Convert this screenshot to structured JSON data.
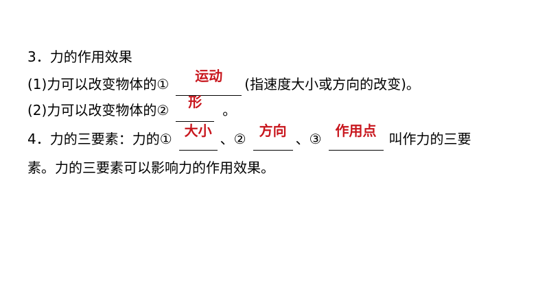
{
  "colors": {
    "answer": "#c8161d",
    "text": "#000000",
    "background": "#ffffff"
  },
  "section3": {
    "heading": "3．力的作用效果",
    "item1": {
      "prefix": "(1)力可以改变物体的①",
      "answer": "运动",
      "suffix": "(指速度大小或方向的改变)。"
    },
    "item2": {
      "prefix": "(2)力可以改变物体的②",
      "answer": "形",
      "suffix": "。"
    }
  },
  "section4": {
    "prefix": "4．力的三要素：力的①",
    "answer1": "大小",
    "sep1": "、②",
    "answer2": "方向",
    "sep2": "、③",
    "answer3": "作用点",
    "suffix": "叫作力的三要",
    "line2": "素。力的三要素可以影响力的作用效果。"
  }
}
